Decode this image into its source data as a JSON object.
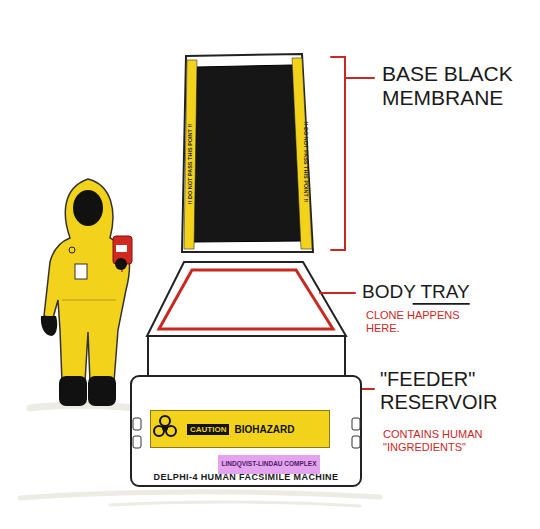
{
  "diagram": {
    "nodes": [
      {
        "text": [
          "DELPHI-4 HUMAN FACSIMILE MACHINE"
        ]
      },
      {
        "text": [
          "CAUTION",
          "BIOHAZARD"
        ],
        "in": 0
      },
      {
        "text": [
          "LINDQVIST-LINDAU COMPLEX"
        ],
        "in": 0
      }
    ],
    "labels": [
      "BASE BLACK MEMBRANE",
      "BODY TRAY",
      "CLONE HAPPENS HERE.",
      "\"FEEDER\" RESERVOIR",
      "CONTAINS HUMAN \"INGREDIENTS\"",
      "!! DO NOT PASS THIS POINT !!",
      "!! DO NOT PASS THIS POINT !!"
    ]
  }
}
